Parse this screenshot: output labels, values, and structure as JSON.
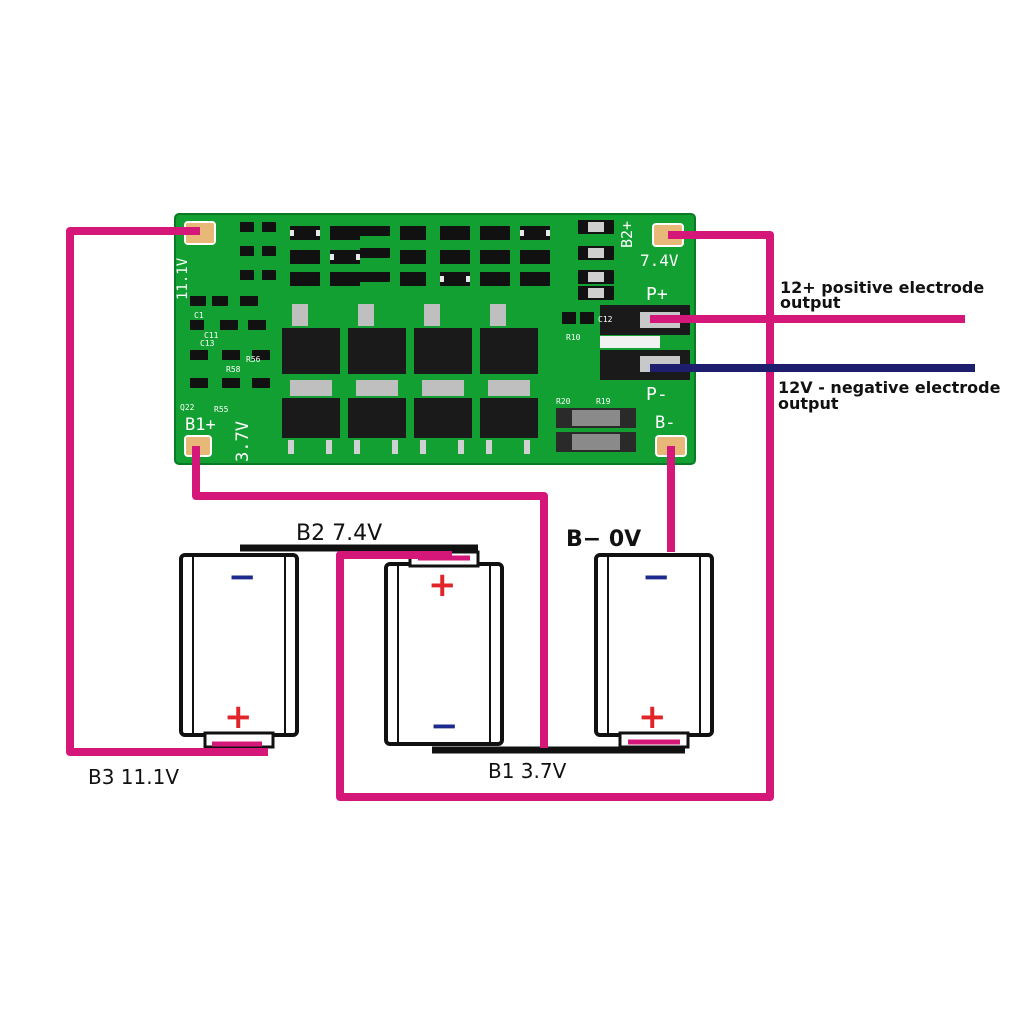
{
  "board": {
    "pad_b1_label": "B1+",
    "pad_b1_voltage": "3.7V",
    "pad_b2_label": "B2+",
    "pad_b2_voltage": "7.4V",
    "pad_b3_voltage": "11.1V",
    "pad_bminus_label": "B-",
    "pad_pplus_label": "P+",
    "pad_pminus_label": "P-",
    "silkscreen": {
      "r20": "R20",
      "r19": "R19",
      "r10": "R10",
      "c12": "C12",
      "c13": "C13",
      "c11": "C11",
      "q22": "Q22",
      "r55": "R55",
      "r58": "R58",
      "r56": "R56",
      "c1": "C1"
    }
  },
  "annotations": {
    "positive_output": [
      "12+ positive electrode",
      "output"
    ],
    "negative_output": [
      "12V - negative electrode",
      "output"
    ]
  },
  "batteries": {
    "b3": "B3 11.1V",
    "b2": "B2 7.4V",
    "b1": "B1 3.7V",
    "bminus": "B−  0V",
    "plus_symbol": "+",
    "minus_symbol": "−"
  },
  "colors": {
    "wire_positive": "#d6177a",
    "wire_negative": "#1e1e6e",
    "pcb": "#12a032",
    "pad": "#e8b878",
    "battery_plus": "#e0242a",
    "battery_minus": "#1b2a8c"
  }
}
